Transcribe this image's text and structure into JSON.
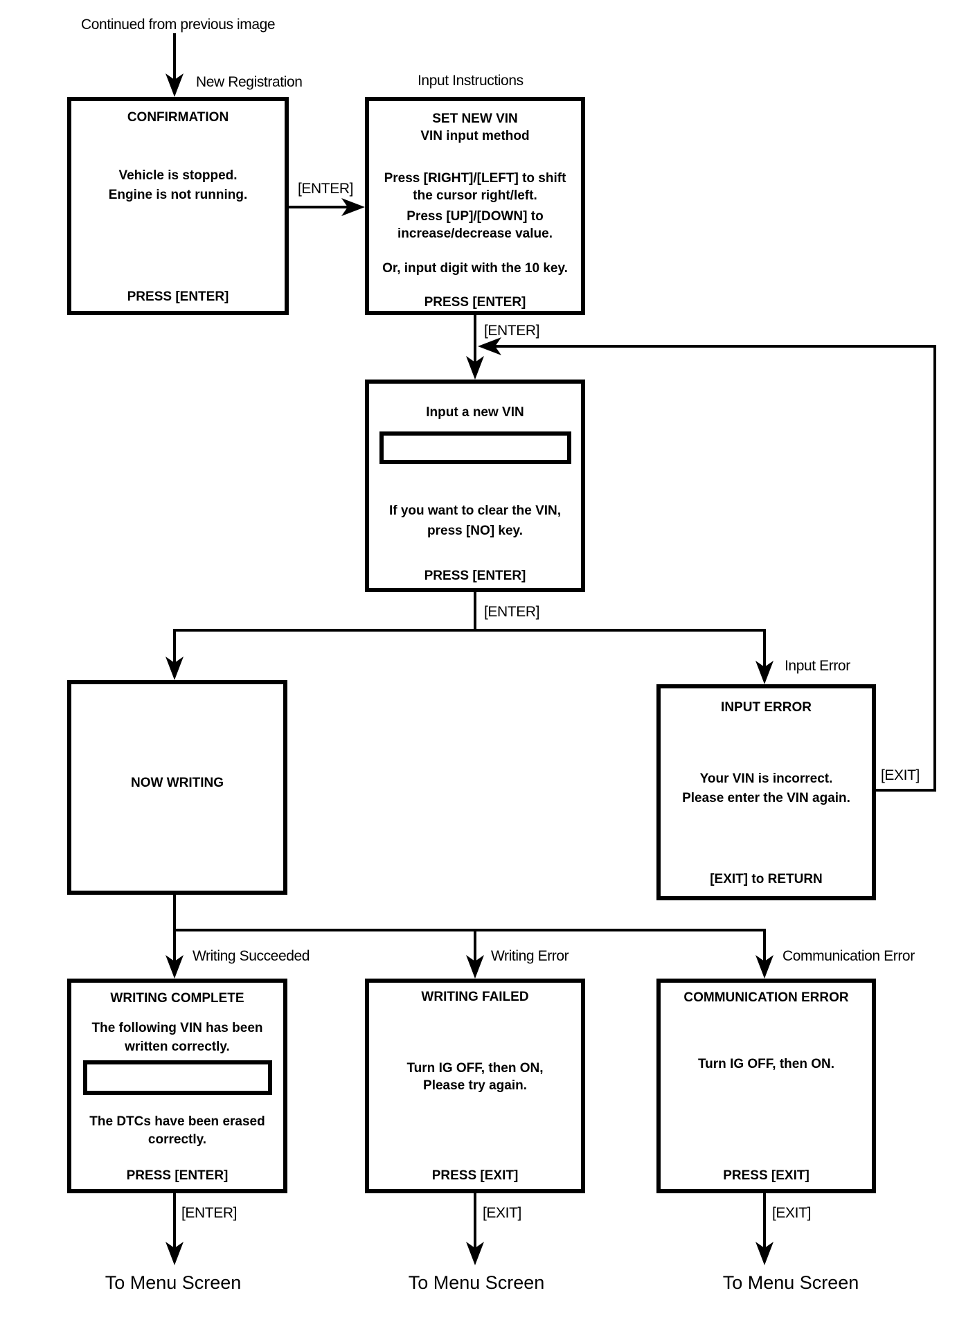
{
  "page": {
    "background": "#ffffff",
    "ink": "#000000"
  },
  "flow_labels": {
    "continued_from": "Continued from previous image",
    "new_registration": "New Registration",
    "input_instructions": "Input Instructions",
    "enter_confirm": "[ENTER]",
    "enter_instructions": "[ENTER]",
    "enter_input": "[ENTER]",
    "input_error": "Input Error",
    "exit_loop": "[EXIT]",
    "writing_succeeded": "Writing Succeeded",
    "writing_error": "Writing Error",
    "communication_error": "Communication Error",
    "enter_complete": "[ENTER]",
    "exit_failed": "[EXIT]",
    "exit_comm": "[EXIT]",
    "to_menu_1": "To Menu Screen",
    "to_menu_2": "To Menu Screen",
    "to_menu_3": "To Menu Screen"
  },
  "nodes": {
    "confirmation": {
      "title": "CONFIRMATION",
      "line1": "Vehicle is stopped.",
      "line2": "Engine is not running.",
      "footer": "PRESS [ENTER]"
    },
    "set_new_vin": {
      "title1": "SET NEW VIN",
      "title2": "VIN input method",
      "line1": "Press [RIGHT]/[LEFT] to shift",
      "line2": "the cursor right/left.",
      "line3": "Press [UP]/[DOWN] to",
      "line4": "increase/decrease value.",
      "line5": "Or, input digit with the 10 key.",
      "footer": "PRESS [ENTER]"
    },
    "input_vin": {
      "title": "Input a new VIN",
      "field_value": "",
      "line1": "If you want to clear the VIN,",
      "line2": "press [NO] key.",
      "footer": "PRESS [ENTER]"
    },
    "now_writing": {
      "title": "NOW WRITING"
    },
    "input_error": {
      "title": "INPUT ERROR",
      "line1": "Your VIN is incorrect.",
      "line2": "Please enter the VIN again.",
      "footer": "[EXIT] to RETURN"
    },
    "writing_complete": {
      "title": "WRITING COMPLETE",
      "line1": "The following VIN has been",
      "line2": "written correctly.",
      "field_value": "",
      "line3": "The DTCs have been erased",
      "line4": "correctly.",
      "footer": "PRESS [ENTER]"
    },
    "writing_failed": {
      "title": "WRITING FAILED",
      "line1": "Turn IG OFF, then ON,",
      "line2": "Please try again.",
      "footer": "PRESS [EXIT]"
    },
    "communication_error": {
      "title": "COMMUNICATION ERROR",
      "line1": "Turn IG OFF, then ON.",
      "footer": "PRESS [EXIT]"
    }
  }
}
